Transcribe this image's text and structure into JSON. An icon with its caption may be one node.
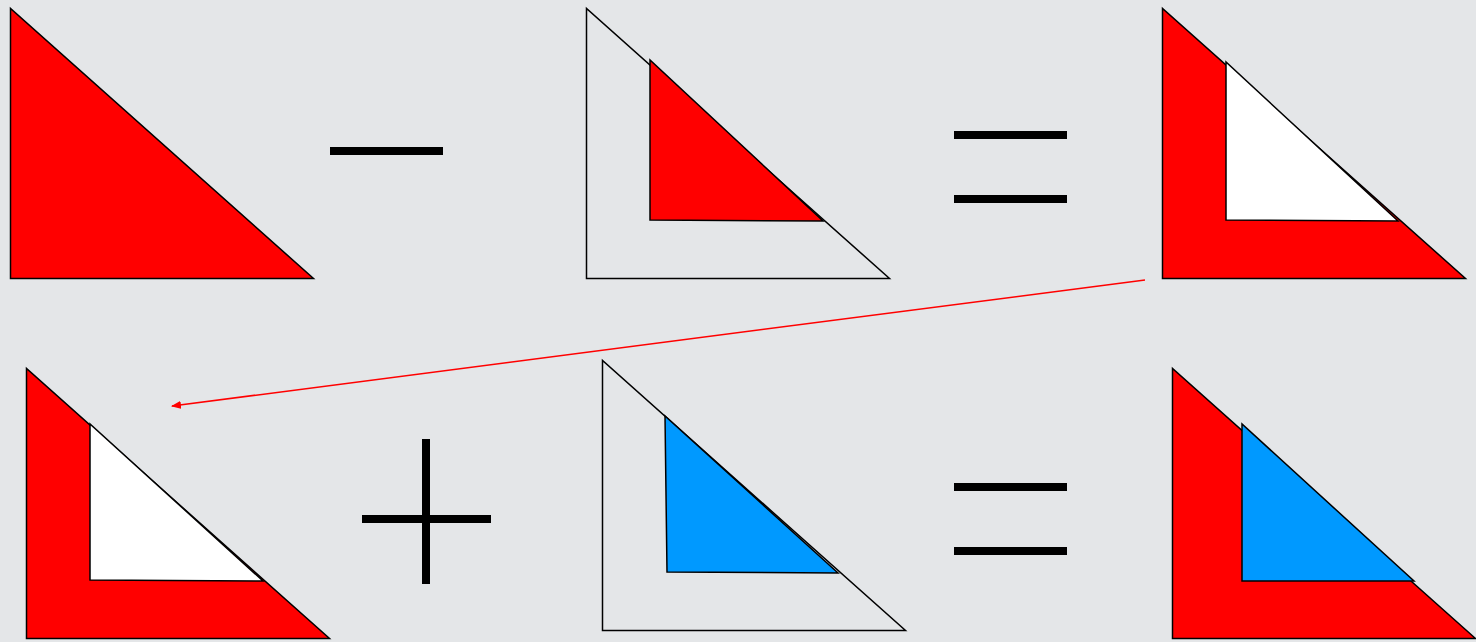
{
  "diagram": {
    "nodes": [
      {
        "text": [],
        "shape": "triangle"
      },
      {
        "text": [],
        "shape": "triangle"
      },
      {
        "text": [],
        "shape": "triangle"
      },
      {
        "text": [],
        "shape": "triangle"
      },
      {
        "text": [],
        "shape": "triangle"
      },
      {
        "text": [],
        "shape": "triangle"
      }
    ],
    "edges": [
      {
        "from": 2,
        "to": 3,
        "arrow": "to",
        "color": "#ff0000"
      }
    ]
  }
}
